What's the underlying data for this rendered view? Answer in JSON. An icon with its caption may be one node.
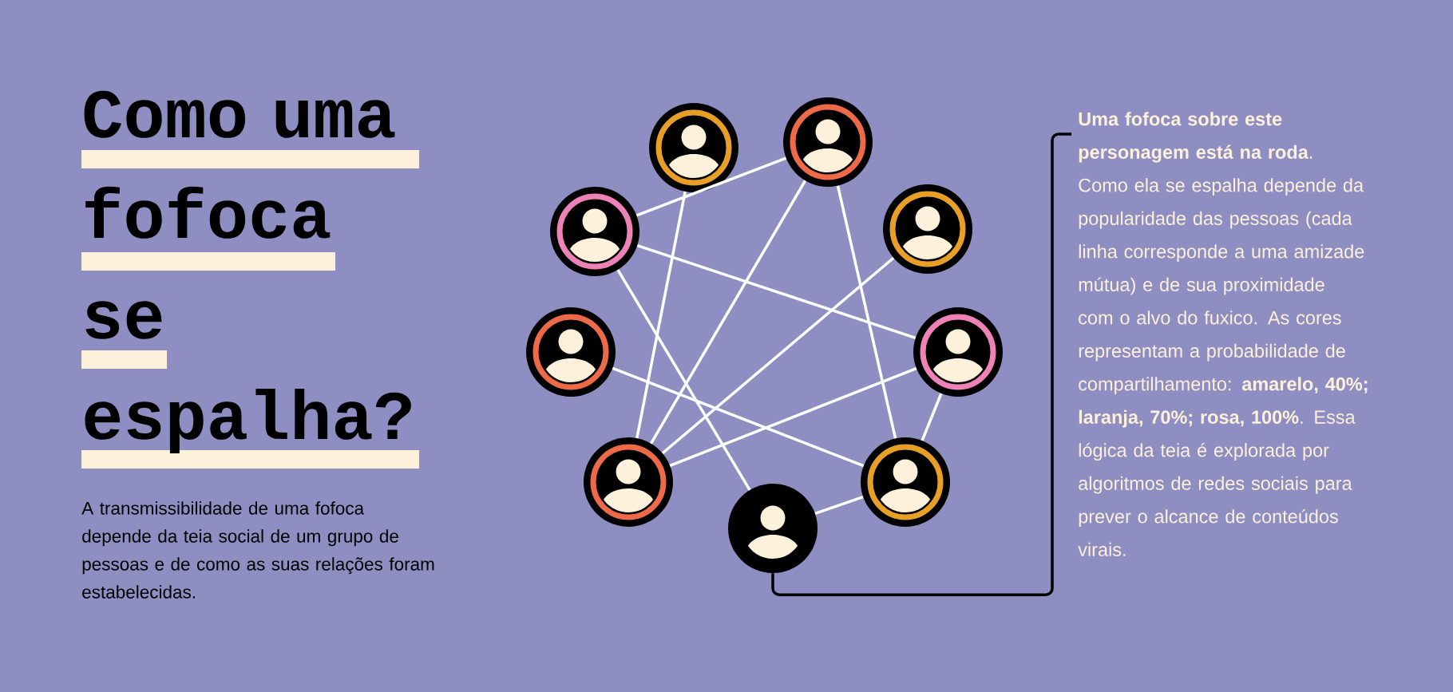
{
  "diagram": {
    "title": "Como uma fofoca se espalha?",
    "nodes": [
      {
        "text": [],
        "shape": "person"
      },
      {
        "text": [],
        "shape": "person"
      },
      {
        "text": [],
        "shape": "person"
      },
      {
        "text": [],
        "shape": "person"
      },
      {
        "text": [],
        "shape": "person"
      },
      {
        "text": [],
        "shape": "person"
      },
      {
        "text": [],
        "shape": "person"
      },
      {
        "text": [],
        "shape": "person"
      },
      {
        "text": [],
        "shape": "person"
      },
      {
        "text": [
          "**Uma fofoca sobre este personagem está na roda**. Como ela se espalha depende da popularidade das pessoas (cada linha corresponde a uma amizade mútua) e de sua proximidade com o alvo do fuxico. As cores representam a probabilidade de compartilhamento: **amarelo, 40%; laranja, 70%; rosa, 100%**. Essa lógica da teia é explorada por algoritmos de redes sociais para prever o alcance de conteúdos virais."
        ]
      }
    ],
    "edges": [
      {
        "from": 2,
        "to": 1,
        "arrow": "none"
      },
      {
        "from": 0,
        "to": 6,
        "arrow": "none"
      },
      {
        "from": 1,
        "to": 6,
        "arrow": "none"
      },
      {
        "from": 1,
        "to": 7,
        "arrow": "none"
      },
      {
        "from": 2,
        "to": 5,
        "arrow": "none"
      },
      {
        "from": 2,
        "to": 8,
        "arrow": "none"
      },
      {
        "from": 3,
        "to": 6,
        "arrow": "none"
      },
      {
        "from": 4,
        "to": 7,
        "arrow": "none"
      },
      {
        "from": 5,
        "to": 6,
        "arrow": "none"
      },
      {
        "from": 5,
        "to": 7,
        "arrow": "none"
      },
      {
        "from": 7,
        "to": 8,
        "arrow": "none"
      },
      {
        "from": 9,
        "to": 8,
        "arrow": "none",
        "color": "#000000"
      }
    ],
    "labels": [
      "A transmissibilidade de uma fofoca depende da teia social de um grupo de pessoas e de como as suas relações foram estabelecidas."
    ]
  }
}
